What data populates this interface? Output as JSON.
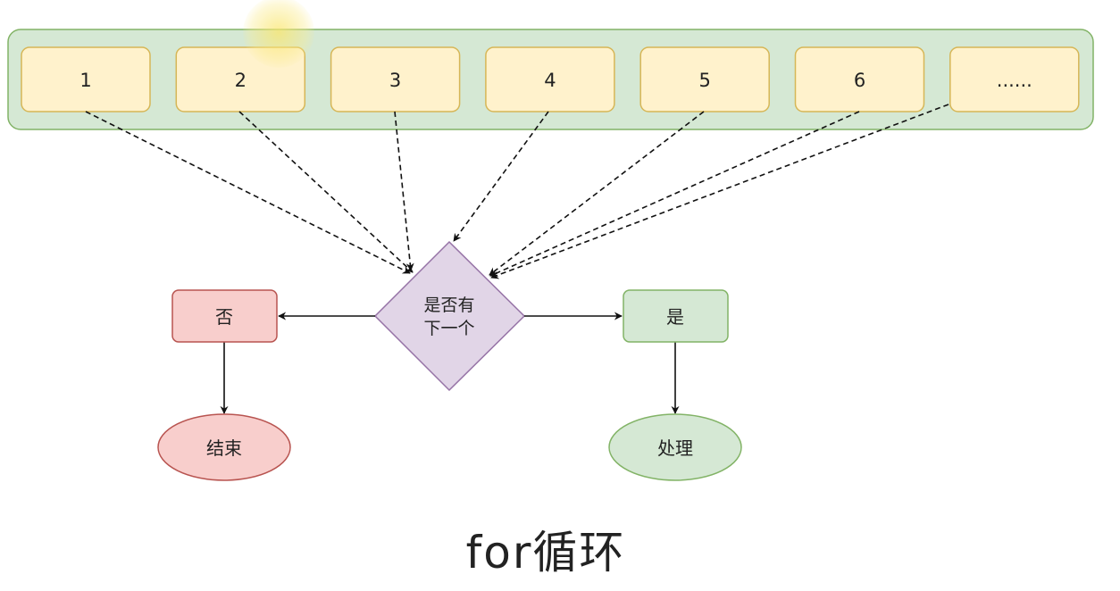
{
  "diagram": {
    "title": "for循环",
    "items_container": {
      "fill": "#d5e8d4",
      "stroke": "#82b366"
    },
    "items": [
      {
        "label": "1"
      },
      {
        "label": "2"
      },
      {
        "label": "3"
      },
      {
        "label": "4"
      },
      {
        "label": "5"
      },
      {
        "label": "6"
      },
      {
        "label": "......"
      }
    ],
    "item_style": {
      "fill": "#fff2cc",
      "stroke": "#d6b656"
    },
    "decision": {
      "label_line1": "是否有",
      "label_line2": "下一个",
      "fill": "#e1d5e7",
      "stroke": "#9673a6"
    },
    "no_branch": {
      "label": "否",
      "fill": "#f8cecc",
      "stroke": "#b85450",
      "end": {
        "label": "结束"
      }
    },
    "yes_branch": {
      "label": "是",
      "fill": "#d5e8d4",
      "stroke": "#82b366",
      "process": {
        "label": "处理"
      }
    },
    "edges": [
      {
        "from": "item-1",
        "to": "decision",
        "style": "dashed"
      },
      {
        "from": "item-2",
        "to": "decision",
        "style": "dashed"
      },
      {
        "from": "item-3",
        "to": "decision",
        "style": "dashed"
      },
      {
        "from": "item-4",
        "to": "decision",
        "style": "dashed"
      },
      {
        "from": "item-5",
        "to": "decision",
        "style": "dashed"
      },
      {
        "from": "item-6",
        "to": "decision",
        "style": "dashed"
      },
      {
        "from": "item-more",
        "to": "decision",
        "style": "dashed"
      },
      {
        "from": "decision",
        "to": "no",
        "style": "solid"
      },
      {
        "from": "decision",
        "to": "yes",
        "style": "solid"
      },
      {
        "from": "no",
        "to": "end",
        "style": "solid"
      },
      {
        "from": "yes",
        "to": "process",
        "style": "solid"
      }
    ]
  }
}
